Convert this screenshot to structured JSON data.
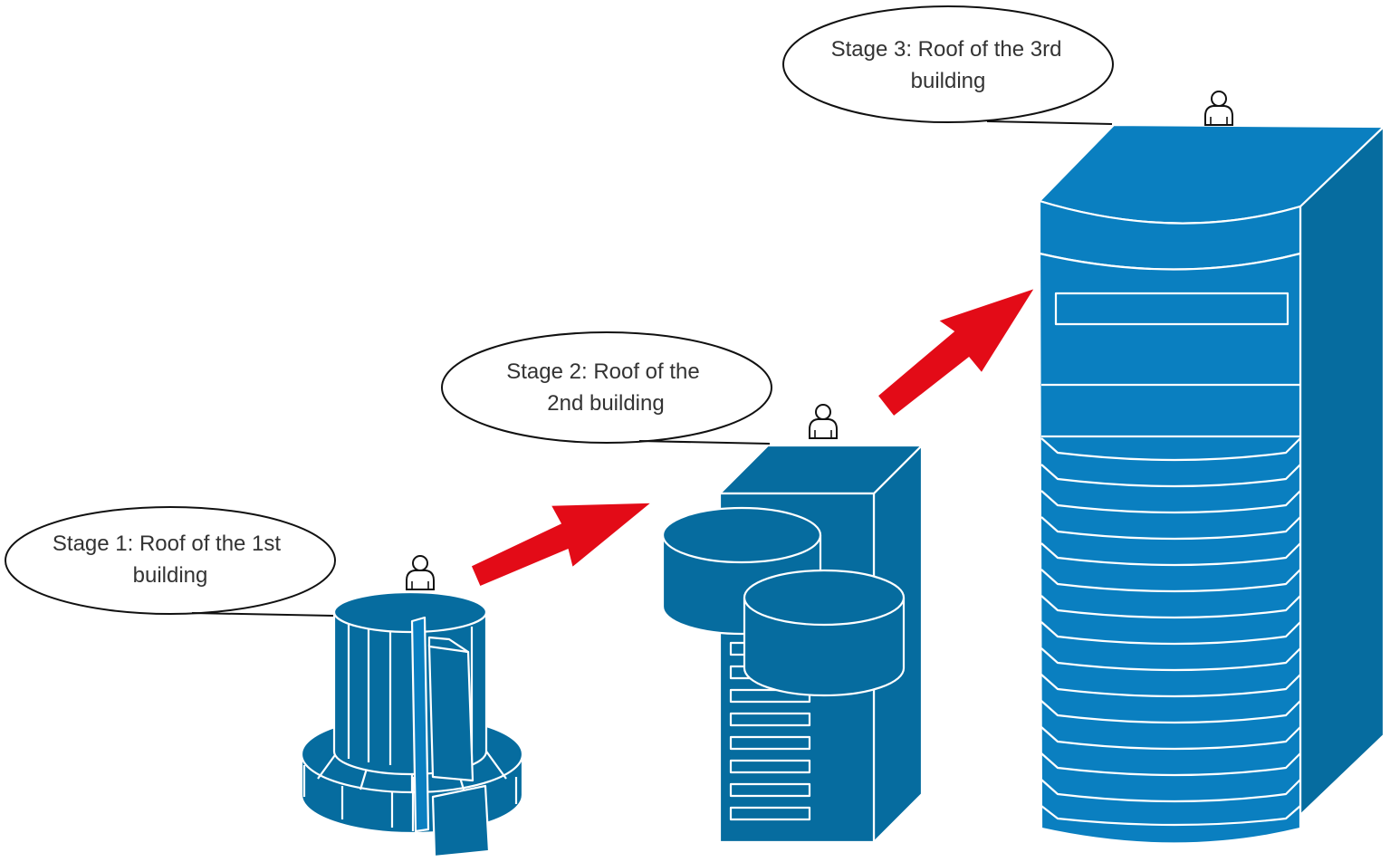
{
  "colors": {
    "building_dark": "#066c9f",
    "building_light": "#0a7fc0",
    "arrow": "#e30b17",
    "outline": "#ffffff",
    "bubble_stroke": "#111111",
    "text": "#333333"
  },
  "icons": [
    "person-icon",
    "arrow-right-up-icon"
  ],
  "stages": [
    {
      "line1": "Stage 1:  Roof of the 1st",
      "line2": "building"
    },
    {
      "line1": "Stage 2:  Roof of the",
      "line2": "2nd building"
    },
    {
      "line1": "Stage 3:  Roof of the 3rd",
      "line2": "building"
    }
  ]
}
